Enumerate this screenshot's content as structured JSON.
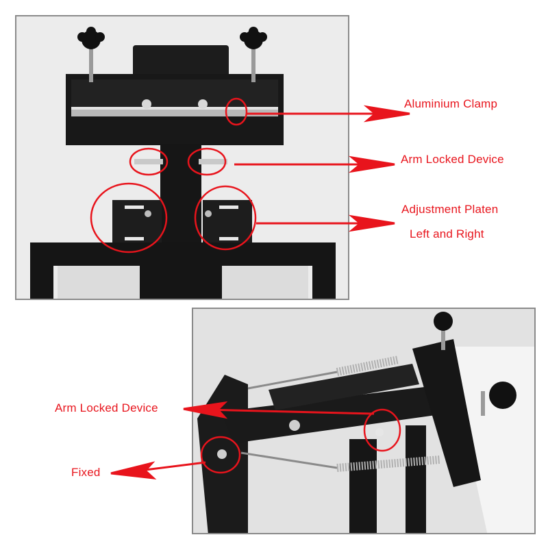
{
  "labels": {
    "aluminium_clamp": "Aluminium Clamp",
    "arm_locked_device_top": "Arm Locked Device",
    "adjustment_platen_line1": "Adjustment Platen",
    "adjustment_platen_line2": "Left and Right",
    "arm_locked_device_bottom": "Arm Locked Device",
    "fixed": "Fixed"
  },
  "colors": {
    "annotation": "#e8141c",
    "metal": "#1b1b1b",
    "background": "#ececec"
  }
}
